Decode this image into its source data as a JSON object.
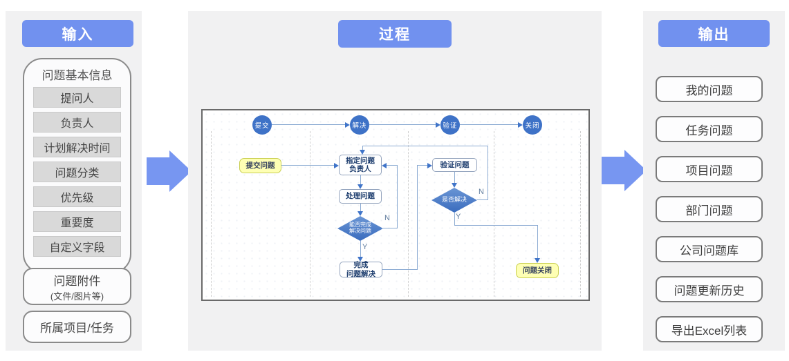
{
  "colors": {
    "accent_blue": "#7191ef",
    "panel_gray": "#f1f1f2",
    "stage_circle_blue": "#3e72c7",
    "diamond_blue": "#4b7dc8",
    "note_yellow": "#feffb4",
    "connector_blue": "#8aaad2",
    "arrowhead_blue": "#3f74c9"
  },
  "input_panel": {
    "title": "输入",
    "group": {
      "title": "问题基本信息",
      "items": [
        "提问人",
        "负责人",
        "计划解决时间",
        "问题分类",
        "优先级",
        "重要度",
        "自定义字段"
      ]
    },
    "attachment": {
      "title": "问题附件",
      "subtitle": "(文件/图片等)"
    },
    "project": {
      "label": "所属项目/任务"
    }
  },
  "process_panel": {
    "title": "过程",
    "stages": [
      "提交",
      "解决",
      "验证",
      "关闭"
    ],
    "nodes": {
      "submit": "提交问题",
      "assign": "指定问题\n负责人",
      "handle": "处理问题",
      "can_finish": "能否完成\n解决问题",
      "finish": "完成\n问题解决",
      "verify": "验证问题",
      "resolved": "是否解决",
      "close": "问题关闭"
    },
    "labels": {
      "n1": "N",
      "y1": "Y",
      "n2": "N",
      "y2": "Y"
    }
  },
  "output_panel": {
    "title": "输出",
    "items": [
      "我的问题",
      "任务问题",
      "项目问题",
      "部门问题",
      "公司问题库",
      "问题更新历史",
      "导出Excel列表"
    ]
  }
}
